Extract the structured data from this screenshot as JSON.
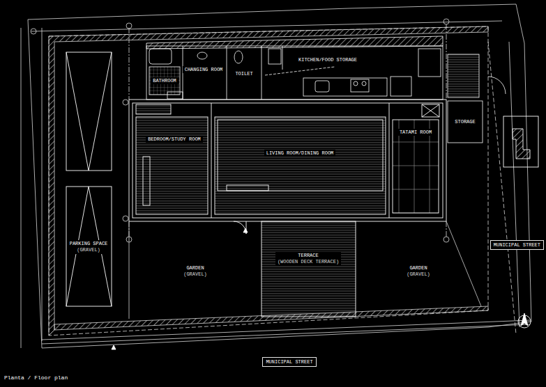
{
  "diagram": {
    "caption": "Planta / Floor plan",
    "nodes": [
      {
        "text": [
          "BATHROOM"
        ]
      },
      {
        "text": [
          "CHANGING ROOM"
        ]
      },
      {
        "text": [
          "TOILET"
        ]
      },
      {
        "text": [
          "KITCHEN/FOOD STORAGE"
        ]
      },
      {
        "text": [
          "STORAGE"
        ]
      },
      {
        "text": [
          "BEDROOM/STUDY ROOM"
        ]
      },
      {
        "text": [
          "LIVING ROOM/DINING ROOM"
        ]
      },
      {
        "text": [
          "TATAMI ROOM"
        ]
      },
      {
        "text": [
          "PARKING SPACE",
          "(GRAVEL)"
        ]
      },
      {
        "text": [
          "GARDEN",
          "(GRAVEL)"
        ]
      },
      {
        "text": [
          "TERRACE",
          "(WOODEN DECK TERRACE)"
        ]
      },
      {
        "text": [
          "GARDEN",
          "(GRAVEL)"
        ]
      },
      {
        "text": [
          "MUNICIPAL STREET"
        ]
      },
      {
        "text": [
          "MUNICIPAL STREET"
        ]
      }
    ]
  }
}
